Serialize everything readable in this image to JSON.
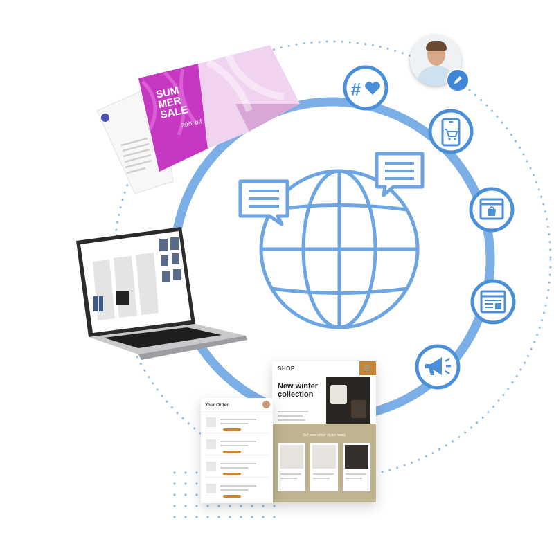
{
  "colors": {
    "ring": "#7cafe6",
    "icon_blue": "#4a8fd8",
    "dots": "#8fbbe8",
    "shop_accent": "#c68434",
    "shop_band": "#bfb48f",
    "brochure_magenta": "#c738c2"
  },
  "icons": [
    "hashtag-heart-icon",
    "mobile-cart-icon",
    "web-shop-icon",
    "newsletter-icon",
    "megaphone-icon",
    "globe-icon",
    "chat-bubble-icon",
    "edit-pencil-icon"
  ],
  "brochure": {
    "line1": "SUM",
    "line2": "MER",
    "line3": "SALE",
    "offer": "20% off"
  },
  "shop": {
    "brand": "SHOP",
    "hero_title": "New winter collection",
    "band_text": "Get your winter styles ready"
  },
  "order": {
    "title": "Your Order"
  }
}
